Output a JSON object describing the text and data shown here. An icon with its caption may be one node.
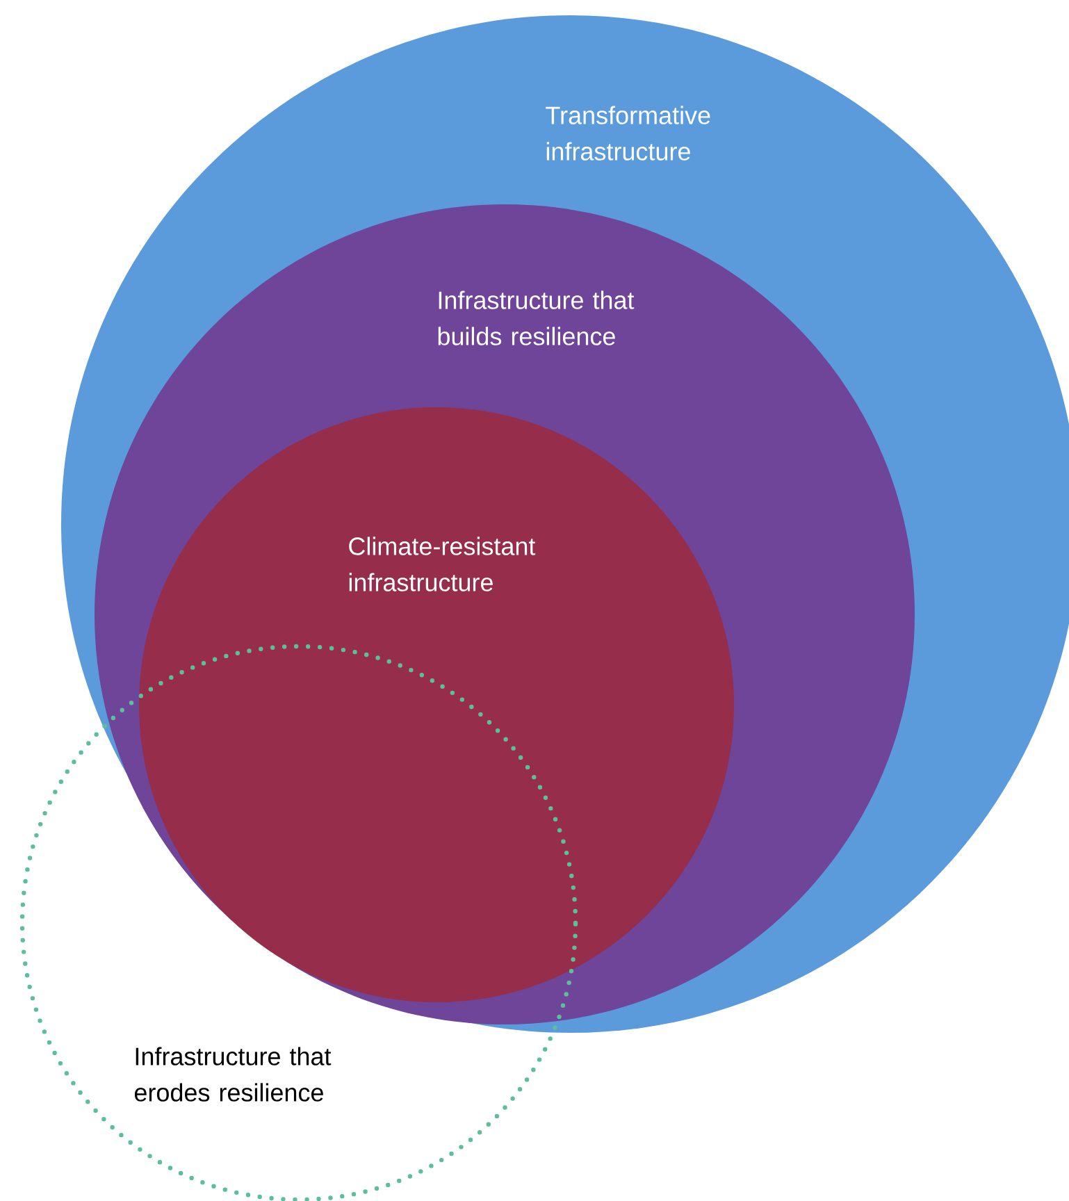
{
  "diagram": {
    "nodes": [
      {
        "text": [
          "Transformative infrastructure"
        ]
      },
      {
        "text": [
          "Infrastructure that builds resilience"
        ],
        "in": 0
      },
      {
        "text": [
          "Climate-resistant infrastructure"
        ],
        "in": 1
      },
      {
        "text": [
          "Infrastructure that erodes resilience"
        ]
      }
    ]
  }
}
